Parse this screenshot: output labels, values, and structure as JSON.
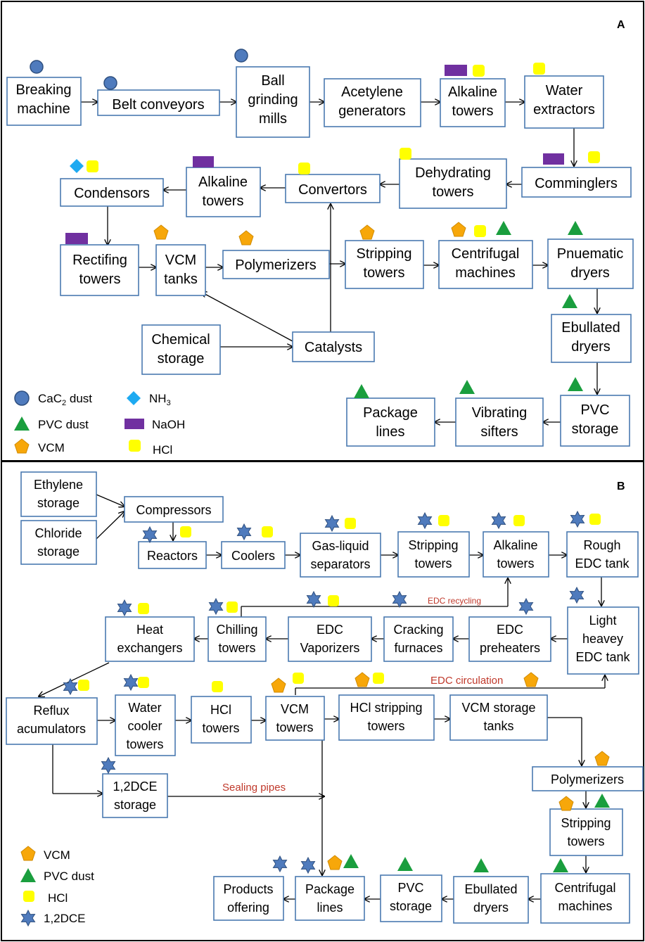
{
  "panel_a": {
    "label": "A",
    "nodes": {
      "breaking": [
        "Breaking",
        "machine"
      ],
      "belt": [
        "Belt conveyors"
      ],
      "ball": [
        "Ball",
        "grinding",
        "mills"
      ],
      "acetylene": [
        "Acetylene",
        "generators"
      ],
      "alkaline1": [
        "Alkaline",
        "towers"
      ],
      "water_ext": [
        "Water",
        "extractors"
      ],
      "comminglers": [
        "Comminglers"
      ],
      "dehydrating": [
        "Dehydrating",
        "towers"
      ],
      "convertors": [
        "Convertors"
      ],
      "alkaline2": [
        "Alkaline",
        "towers"
      ],
      "condensors": [
        "Condensors"
      ],
      "rectifying": [
        "Rectifing",
        "towers"
      ],
      "vcm_tanks": [
        "VCM",
        "tanks"
      ],
      "polymerizers": [
        "Polymerizers"
      ],
      "stripping": [
        "Stripping",
        "towers"
      ],
      "centrifugal": [
        "Centrifugal",
        "machines"
      ],
      "pneumatic": [
        "Pnuematic",
        "dryers"
      ],
      "chemical": [
        "Chemical",
        "storage"
      ],
      "catalysts": [
        "Catalysts"
      ],
      "ebullated": [
        "Ebullated",
        "dryers"
      ],
      "pvc_storage": [
        "PVC",
        "storage"
      ],
      "vibrating": [
        "Vibrating",
        "sifters"
      ],
      "package": [
        "Package",
        "lines"
      ]
    },
    "legend": {
      "cac2_main": "CaC",
      "cac2_sub": "2",
      "cac2_end": " dust",
      "pvc": "PVC dust",
      "vcm": "VCM",
      "nh3_main": "NH",
      "nh3_sub": "3",
      "naoh": "NaOH",
      "hcl": "HCl"
    }
  },
  "panel_b": {
    "label": "B",
    "nodes": {
      "ethylene": [
        "Ethylene",
        "storage"
      ],
      "chloride": [
        "Chloride",
        "storage"
      ],
      "compressors": [
        "Compressors"
      ],
      "reactors": [
        "Reactors"
      ],
      "coolers": [
        "Coolers"
      ],
      "gasliquid": [
        "Gas-liquid",
        "separators"
      ],
      "stripping1": [
        "Stripping",
        "towers"
      ],
      "alkaline": [
        "Alkaline",
        "towers"
      ],
      "rough_edc": [
        "Rough",
        "EDC tank"
      ],
      "light_edc": [
        "Light",
        "heavey",
        "EDC tank"
      ],
      "edc_pre": [
        "EDC",
        "preheaters"
      ],
      "cracking": [
        "Cracking",
        "furnaces"
      ],
      "edc_vap": [
        "EDC",
        "Vaporizers"
      ],
      "chilling": [
        "Chilling",
        "towers"
      ],
      "heatex": [
        "Heat",
        "exchangers"
      ],
      "reflux": [
        "Reflux",
        "acumulators"
      ],
      "watercooler": [
        "Water",
        "cooler",
        "towers"
      ],
      "hcl_towers": [
        "HCl",
        "towers"
      ],
      "vcm_towers": [
        "VCM",
        "towers"
      ],
      "hcl_strip": [
        "HCl stripping",
        "towers"
      ],
      "vcm_storage": [
        "VCM storage",
        "tanks"
      ],
      "dce_storage": [
        "1,2DCE",
        "storage"
      ],
      "polymerizers": [
        "Polymerizers"
      ],
      "stripping2": [
        "Stripping",
        "towers"
      ],
      "centrifugal": [
        "Centrifugal",
        "machines"
      ],
      "ebullated": [
        "Ebullated",
        "dryers"
      ],
      "pvc_storage": [
        "PVC",
        "storage"
      ],
      "package": [
        "Package",
        "lines"
      ],
      "products": [
        "Products",
        "offering"
      ]
    },
    "annotations": {
      "edc_recycling": "EDC recycling",
      "edc_circulation": "EDC circulation",
      "sealing_pipes": "Sealing pipes"
    },
    "legend": {
      "vcm": "VCM",
      "pvc": "PVC dust",
      "hcl": "HCl",
      "dce": "1,2DCE"
    }
  },
  "colors": {
    "cac2": "#4f7bbd",
    "hcl": "#ffff00",
    "naoh": "#7030a0",
    "nh3": "#1eaaf1",
    "vcm": "#f7a70a",
    "pvc": "#1a9e3e",
    "dce": "#4f7bbd",
    "box_border": "#4a7ab0",
    "annotation": "#c0392b"
  }
}
